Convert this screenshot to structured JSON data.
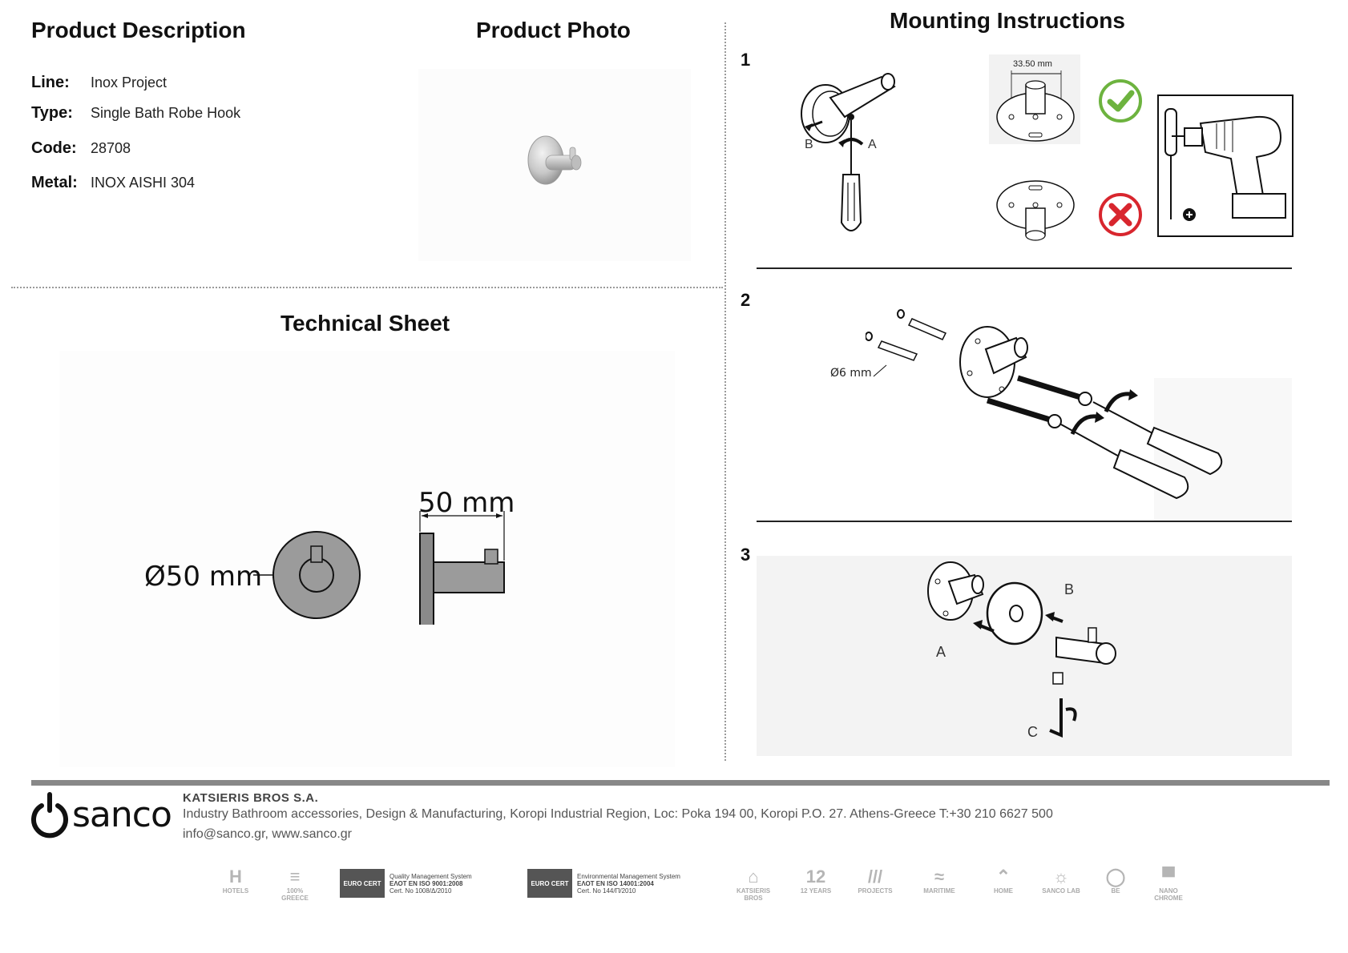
{
  "product_description": {
    "heading": "Product Description",
    "specs": [
      {
        "key": "Line:",
        "value": "Inox Project"
      },
      {
        "key": "Type:",
        "value": "Single Bath Robe Hook"
      },
      {
        "key": "Code:",
        "value": "28708"
      },
      {
        "key": "Metal:",
        "value": "INOX AISHI 304"
      }
    ]
  },
  "product_photo": {
    "heading": "Product Photo"
  },
  "technical_sheet": {
    "heading": "Technical Sheet",
    "diameter_label": "Ø50 mm",
    "depth_label": "50 mm"
  },
  "mounting": {
    "heading": "Mounting Instructions",
    "steps": [
      "1",
      "2",
      "3"
    ],
    "step1": {
      "dimension": "33.50 mm",
      "label_a": "A",
      "label_b": "B"
    },
    "step2": {
      "drill_label": "Ø6 mm"
    },
    "step3": {
      "label_a": "A",
      "label_b": "B",
      "label_c": "C"
    }
  },
  "footer": {
    "logo": "sanco",
    "company": "KATSIERIS BROS S.A.",
    "address": "Industry Bathroom accessories, Design & Manufacturing, Koropi Industrial Region, Loc: Poka 194 00, Koropi P.O. 27. Athens-Greece   T:+30 210 6627 500",
    "contact": "info@sanco.gr, www.sanco.gr",
    "certs": [
      {
        "badge": "EURO CERT",
        "title": "Quality Management System",
        "std": "ΕΛΟΤ EN ISO 9001:2008",
        "no": "Cert. No 1008/Δ/2010"
      },
      {
        "badge": "EURO CERT",
        "title": "Environmental Management System",
        "std": "ΕΛΟΤ EN ISO 14001:2004",
        "no": "Cert. No 144/Π/2010"
      }
    ],
    "marks": [
      "HOTELS",
      "100% GREECE",
      "KATSIERIS BROS",
      "12 YEARS",
      "PROJECTS",
      "MARITIME",
      "HOME",
      "SANCO LAB",
      "BE",
      "NANO CHROME"
    ]
  },
  "colors": {
    "footer_bar": "#888888",
    "check": "#6db33f",
    "cross": "#d8262e"
  }
}
